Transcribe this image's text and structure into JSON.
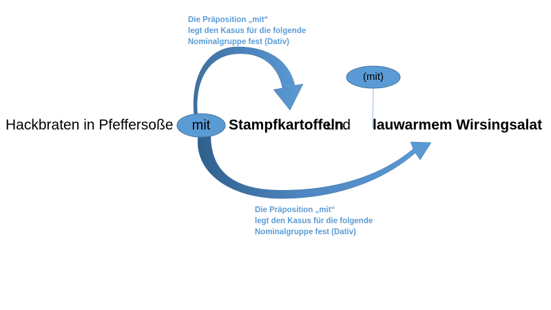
{
  "annotation_top": {
    "line1": "Die Präposition „mit“",
    "line2": "legt den Kasus für die folgende",
    "line3": "Nominalgruppe fest (Dativ)"
  },
  "annotation_bottom": {
    "line1": "Die Präposition „mit“",
    "line2": "legt den Kasus für die folgende",
    "line3": "Nominalgruppe fest (Dativ)"
  },
  "sentence": {
    "part1": "Hackbraten in Pfeffersoße",
    "preposition": "mit",
    "noun1": "Stampfkartoffeln",
    "conjunction": "und",
    "noun2": "lauwarmem Wirsingsalat"
  },
  "ellipsis_label": "(mit)",
  "colors": {
    "accent": "#5B9BD5",
    "arrow_dark": "#41719C",
    "text": "#000000"
  }
}
